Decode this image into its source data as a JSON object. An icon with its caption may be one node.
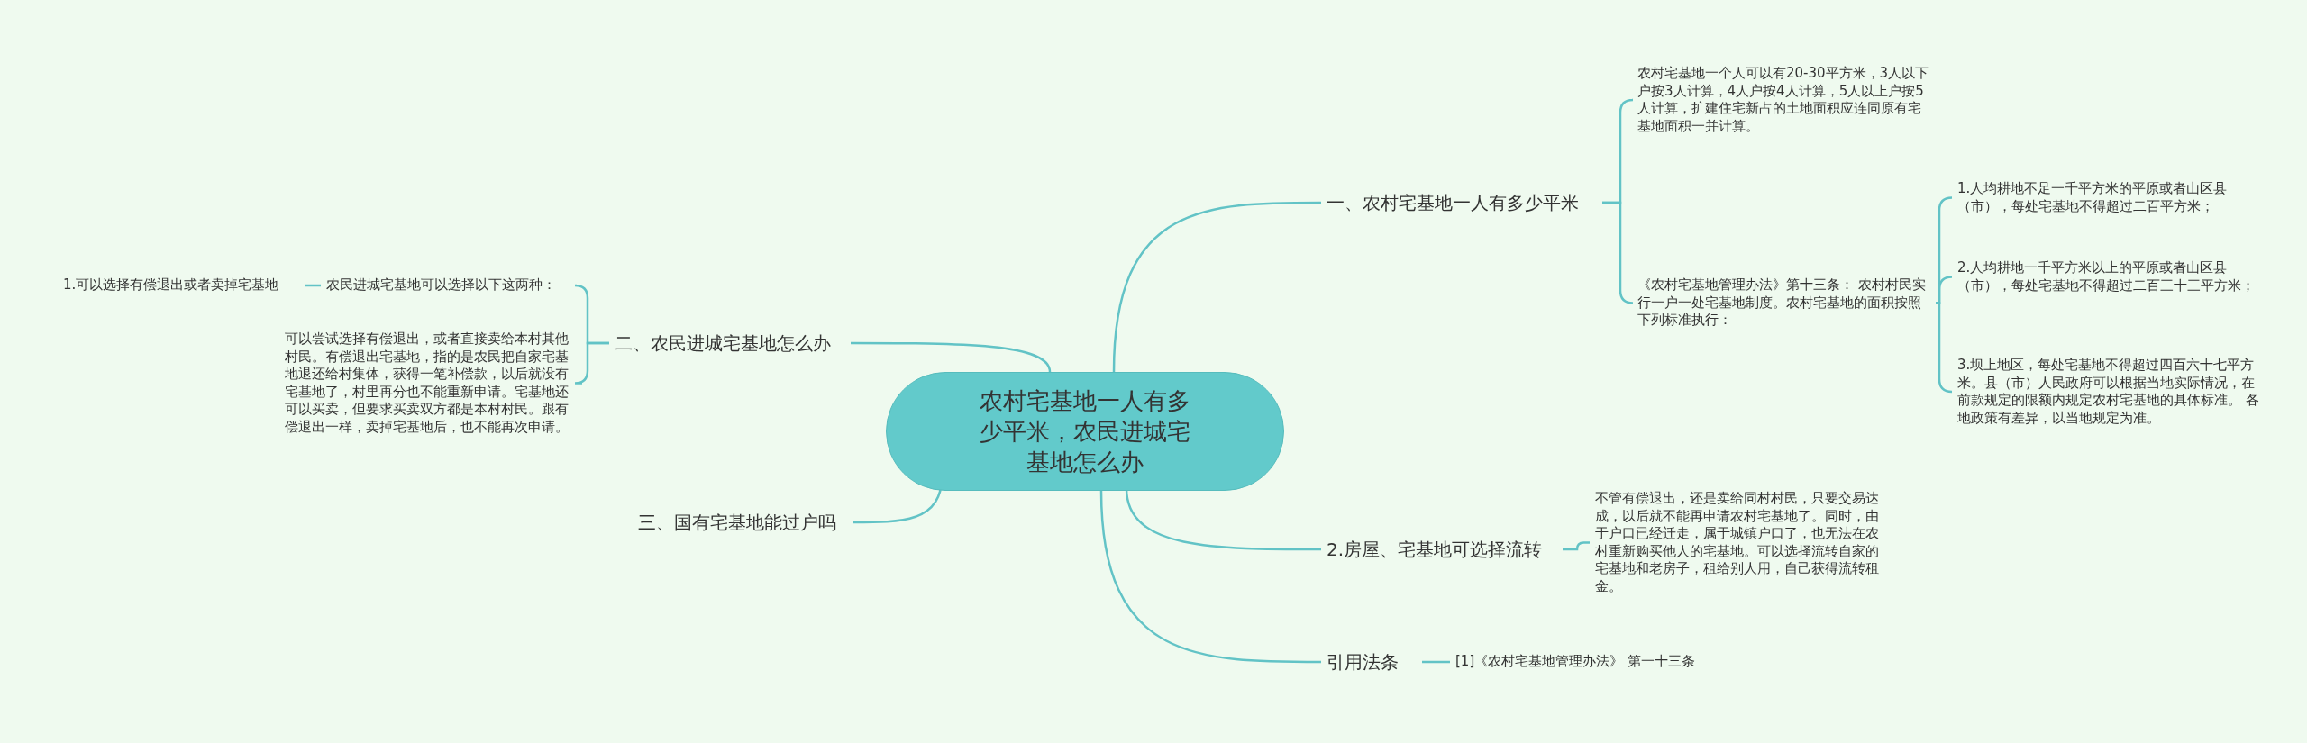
{
  "diagram": {
    "nodes": [
      {
        "text": [
          "农村宅基地一人有多少平米，农民进城宅基地怎么办"
        ]
      },
      {
        "text": [
          "一、农村宅基地一人有多少平米"
        ]
      },
      {
        "text": [
          "农村宅基地一个人可以有20-30平方米，3人以下户按3人计算，4人户按4人计算，5人以上户按5人计算，扩建住宅新占的土地面积应连同原有宅基地面积一并计算。"
        ]
      },
      {
        "text": [
          "《农村宅基地管理办法》第十三条： 农村村民实行一户一处宅基地制度。农村宅基地的面积按照下列标准执行："
        ]
      },
      {
        "text": [
          "1.人均耕地不足一千平方米的平原或者山区县（市），每处宅基地不得超过二百平方米；"
        ]
      },
      {
        "text": [
          "2.人均耕地一千平方米以上的平原或者山区县（市），每处宅基地不得超过二百三十三平方米；"
        ]
      },
      {
        "text": [
          "3.坝上地区，每处宅基地不得超过四百六十七平方米。县（市）人民政府可以根据当地实际情况，在前款规定的限额内规定农村宅基地的具体标准。 各地政策有差异，以当地规定为准。"
        ]
      },
      {
        "text": [
          "2.房屋、宅基地可选择流转"
        ]
      },
      {
        "text": [
          "不管有偿退出，还是卖给同村村民，只要交易达成，以后就不能再申请农村宅基地了。同时，由于户口已经迁走，属于城镇户口了，也无法在农村重新购买他人的宅基地。可以选择流转自家的宅基地和老房子，租给别人用，自己获得流转租金。"
        ]
      },
      {
        "text": [
          "引用法条"
        ]
      },
      {
        "text": [
          "[1]《农村宅基地管理办法》 第一十三条"
        ]
      },
      {
        "text": [
          "二、农民进城宅基地怎么办"
        ]
      },
      {
        "text": [
          "农民进城宅基地可以选择以下这两种："
        ]
      },
      {
        "text": [
          "1.可以选择有偿退出或者卖掉宅基地"
        ]
      },
      {
        "text": [
          "可以尝试选择有偿退出，或者直接卖给本村其他村民。有偿退出宅基地，指的是农民把自家宅基地退还给村集体，获得一笔补偿款，以后就没有宅基地了，村里再分也不能重新申请。宅基地还可以买卖，但要求买卖双方都是本村村民。跟有偿退出一样，卖掉宅基地后，也不能再次申请。"
        ]
      },
      {
        "text": [
          "三、国有宅基地能过户吗"
        ]
      }
    ],
    "edges": [
      {
        "from": 0,
        "to": 1,
        "arrow": "none"
      },
      {
        "from": 1,
        "to": 2,
        "arrow": "none"
      },
      {
        "from": 1,
        "to": 3,
        "arrow": "none"
      },
      {
        "from": 3,
        "to": 4,
        "arrow": "none"
      },
      {
        "from": 3,
        "to": 5,
        "arrow": "none"
      },
      {
        "from": 3,
        "to": 6,
        "arrow": "none"
      },
      {
        "from": 0,
        "to": 7,
        "arrow": "none"
      },
      {
        "from": 7,
        "to": 8,
        "arrow": "none"
      },
      {
        "from": 0,
        "to": 9,
        "arrow": "none"
      },
      {
        "from": 9,
        "to": 10,
        "arrow": "none"
      },
      {
        "from": 0,
        "to": 11,
        "arrow": "none"
      },
      {
        "from": 11,
        "to": 12,
        "arrow": "none"
      },
      {
        "from": 12,
        "to": 13,
        "arrow": "none"
      },
      {
        "from": 11,
        "to": 14,
        "arrow": "none"
      },
      {
        "from": 0,
        "to": 15,
        "arrow": "none"
      }
    ]
  }
}
